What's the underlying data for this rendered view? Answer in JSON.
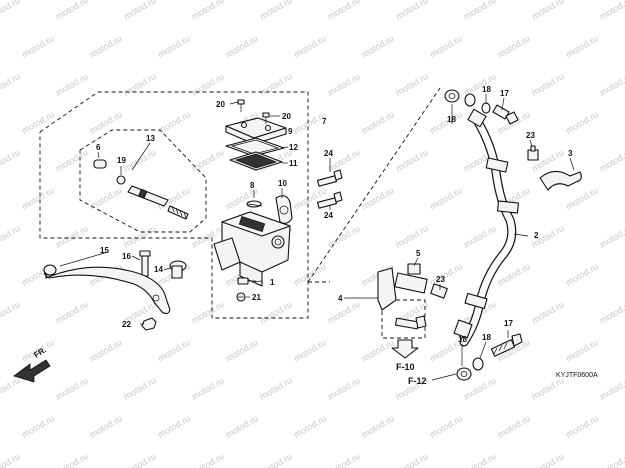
{
  "watermark": "motod.ru",
  "diagram_code": "KYJTF0600A",
  "front_arrow_label": "FR.",
  "refs": {
    "f10": "F-10",
    "f12": "F-12"
  },
  "callouts": [
    {
      "id": "1",
      "label": "1"
    },
    {
      "id": "2",
      "label": "2"
    },
    {
      "id": "3",
      "label": "3"
    },
    {
      "id": "4",
      "label": "4"
    },
    {
      "id": "5",
      "label": "5"
    },
    {
      "id": "6",
      "label": "6"
    },
    {
      "id": "7",
      "label": "7"
    },
    {
      "id": "8",
      "label": "8"
    },
    {
      "id": "9",
      "label": "9"
    },
    {
      "id": "10",
      "label": "10"
    },
    {
      "id": "11",
      "label": "11"
    },
    {
      "id": "12",
      "label": "12"
    },
    {
      "id": "13",
      "label": "13"
    },
    {
      "id": "14",
      "label": "14"
    },
    {
      "id": "15",
      "label": "15"
    },
    {
      "id": "16",
      "label": "16"
    },
    {
      "id": "17a",
      "label": "17"
    },
    {
      "id": "17b",
      "label": "17"
    },
    {
      "id": "18a",
      "label": "18"
    },
    {
      "id": "18b",
      "label": "18"
    },
    {
      "id": "18c",
      "label": "18"
    },
    {
      "id": "18d",
      "label": "18"
    },
    {
      "id": "19",
      "label": "19"
    },
    {
      "id": "20a",
      "label": "20"
    },
    {
      "id": "20b",
      "label": "20"
    },
    {
      "id": "21",
      "label": "21"
    },
    {
      "id": "22",
      "label": "22"
    },
    {
      "id": "23a",
      "label": "23"
    },
    {
      "id": "23b",
      "label": "23"
    },
    {
      "id": "24a",
      "label": "24"
    },
    {
      "id": "24b",
      "label": "24"
    }
  ]
}
